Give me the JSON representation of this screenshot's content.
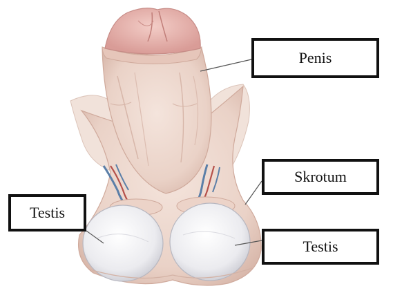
{
  "labels": {
    "penis": "Penis",
    "skrotum": "Skrotum",
    "testis_left": "Testis",
    "testis_right": "Testis"
  },
  "colors": {
    "skin": "#efd9cf",
    "skin_shadow": "#d9b7aa",
    "glans": "#e9b8b2",
    "testis": "#f2f2f4",
    "vessel_blue": "#5b7fa8",
    "vessel_red": "#b5504a",
    "leader": "#555555"
  }
}
